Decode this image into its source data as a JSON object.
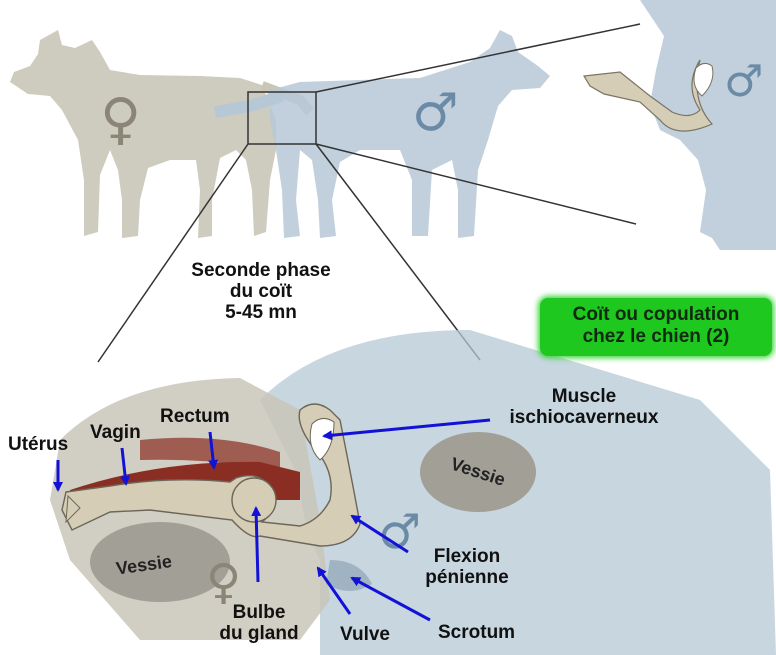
{
  "phase": {
    "line1": "Seconde phase",
    "line2": "du coït",
    "line3": "5-45 mn"
  },
  "title": {
    "line1": "Coït ou copulation",
    "line2": "chez le chien (2)"
  },
  "labels": {
    "uterus": "Utérus",
    "vagin": "Vagin",
    "rectum": "Rectum",
    "muscle_1": "Muscle",
    "muscle_2": "ischiocaverneux",
    "vessie_right": "Vessie",
    "vessie_left": "Vessie",
    "flexion_1": "Flexion",
    "flexion_2": "pénienne",
    "bulbe_1": "Bulbe",
    "bulbe_2": "du gland",
    "vulve": "Vulve",
    "scrotum": "Scrotum"
  },
  "symbols": {
    "female": "♀",
    "male": "♂"
  },
  "colors": {
    "female_dog": "#c9c6b8",
    "male_dog": "#b6c8d6",
    "penis": "#d6cdb6",
    "vagina_wall": "#8a2d22",
    "arrow": "#1212d6",
    "title_bg": "#1ec81e"
  }
}
